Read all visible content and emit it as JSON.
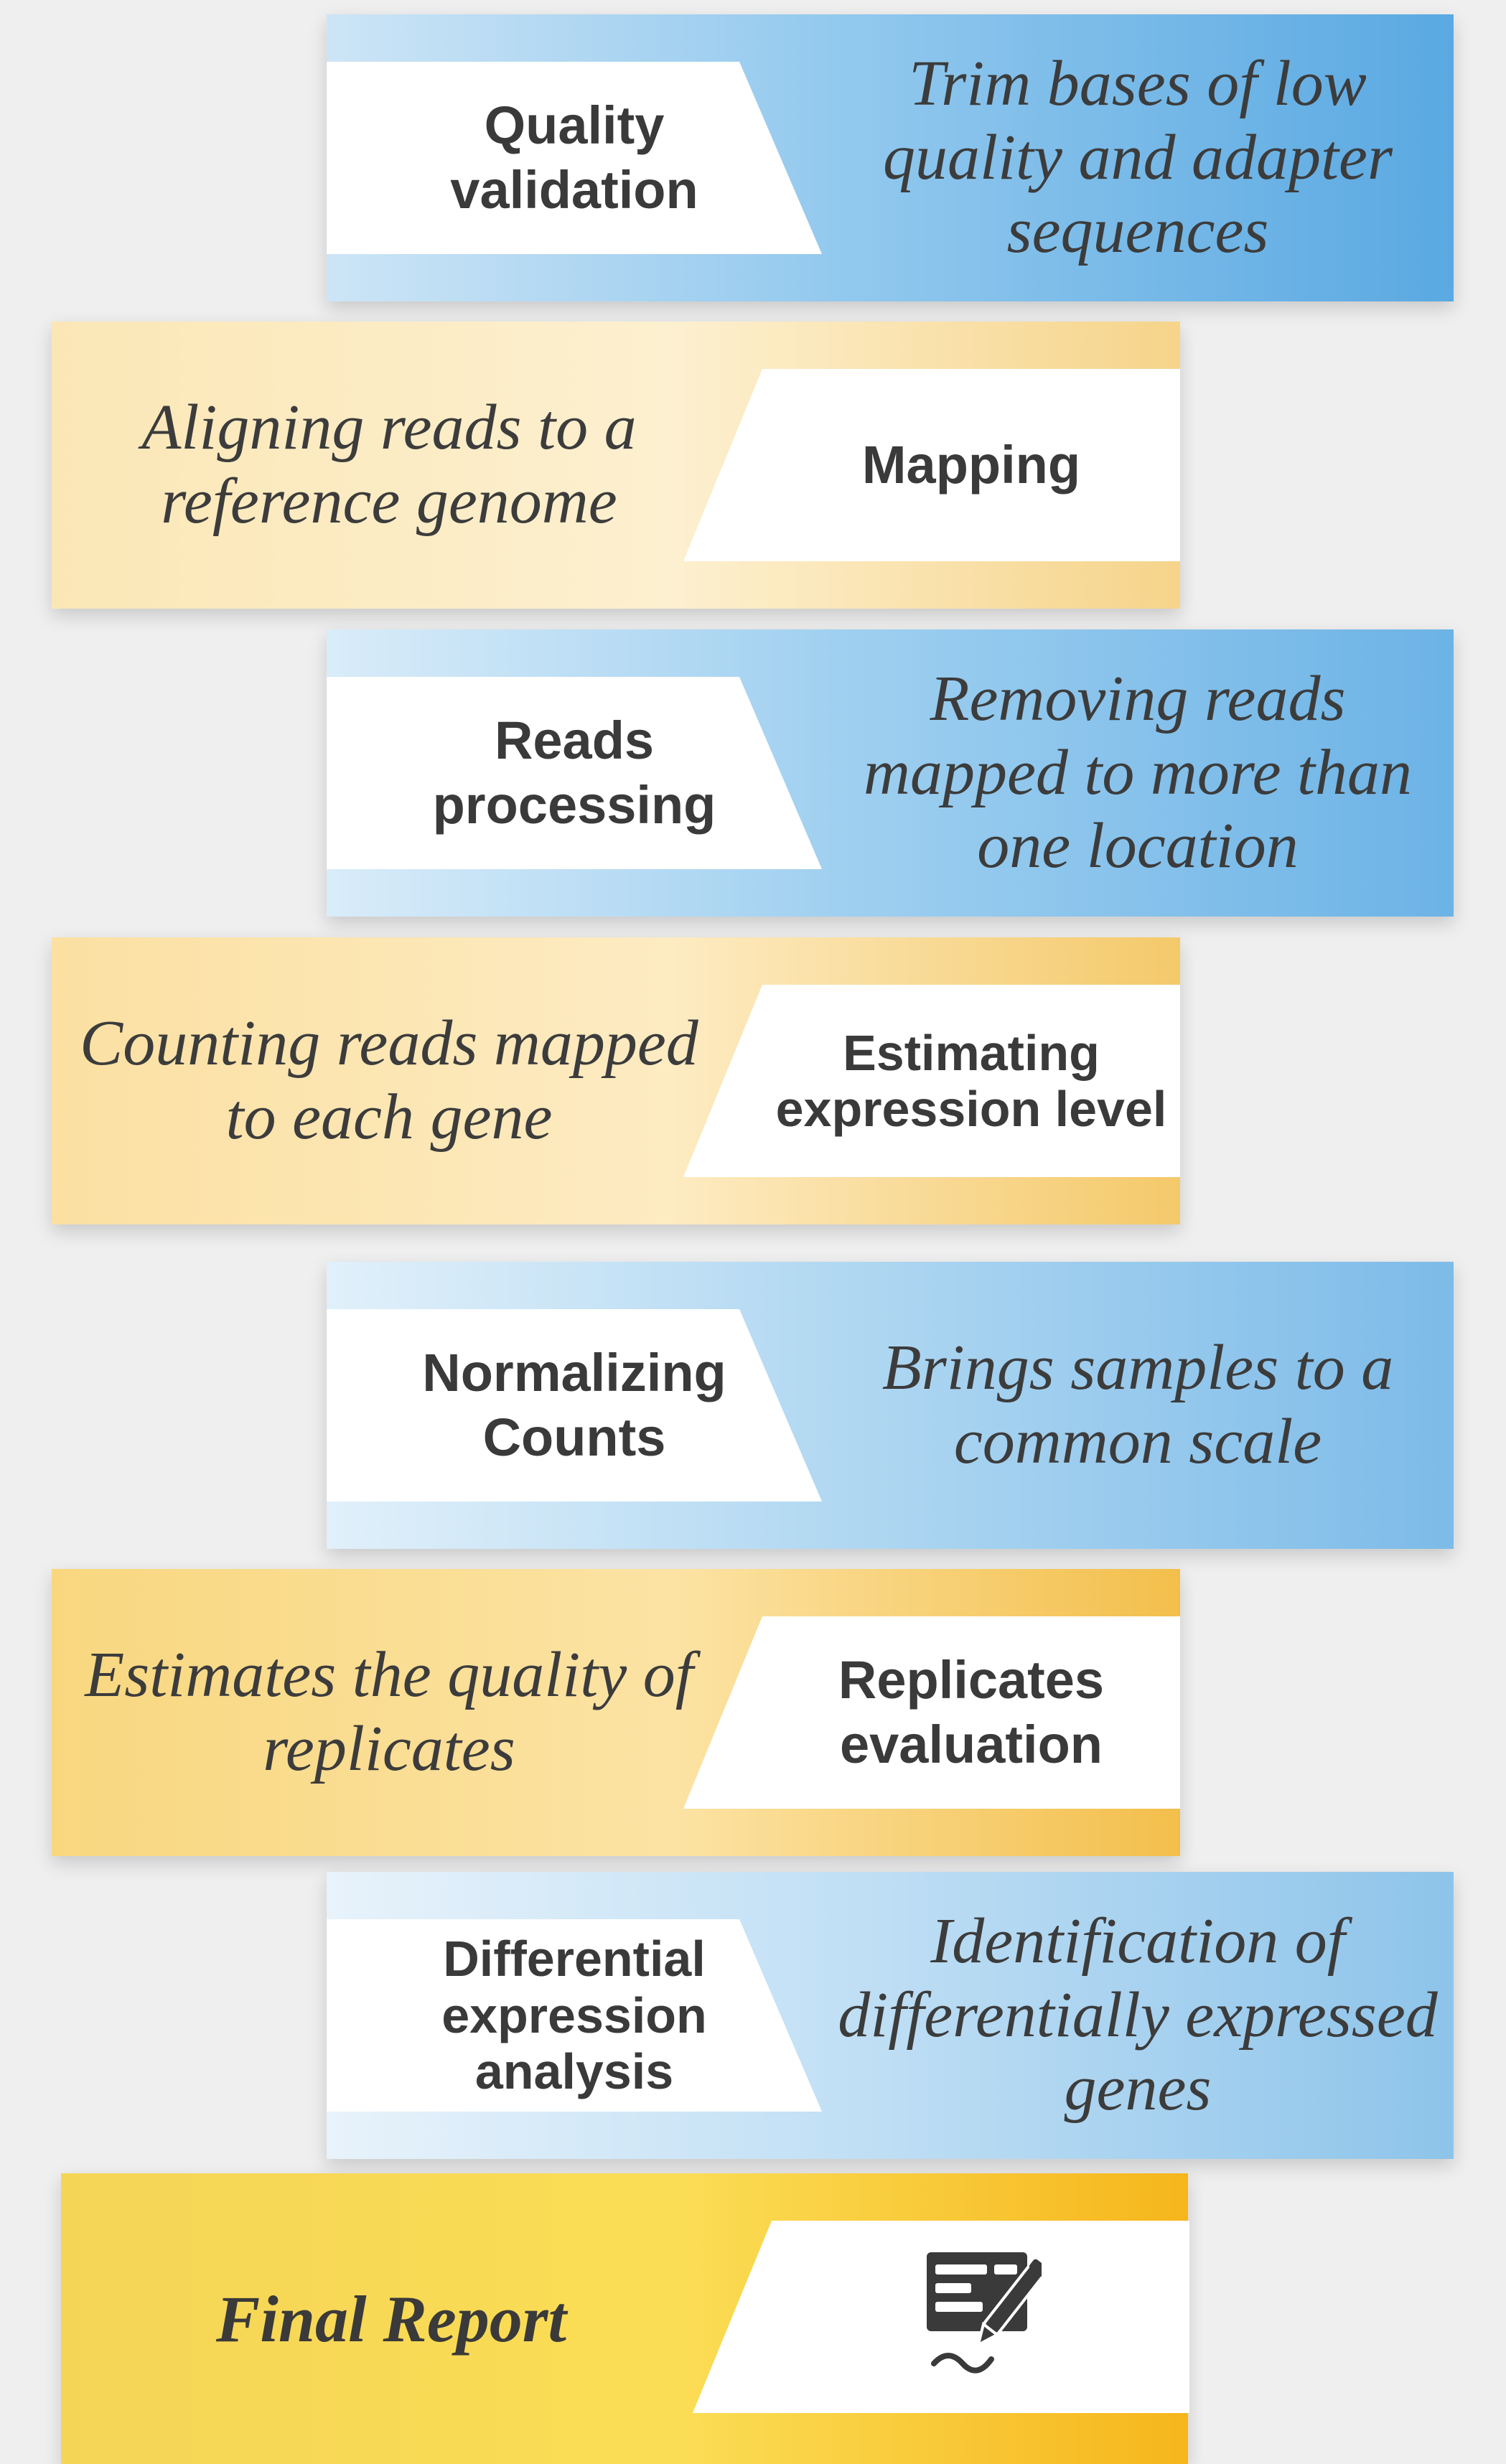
{
  "steps": [
    {
      "label": "Quality validation",
      "description": "Trim bases of low quality and adapter sequences"
    },
    {
      "label": "Mapping",
      "description": "Aligning reads to a reference genome"
    },
    {
      "label": "Reads processing",
      "description": "Removing reads mapped to more than one location"
    },
    {
      "label": "Estimating expression level",
      "description": "Counting reads mapped to each gene"
    },
    {
      "label": "Normalizing Counts",
      "description": "Brings samples to a common scale"
    },
    {
      "label": "Replicates evaluation",
      "description": "Estimates the quality of replicates"
    },
    {
      "label": "Differential expression analysis",
      "description": "Identification of differentially expressed genes"
    }
  ],
  "final": {
    "title": "Final Report",
    "icon": "report-document-pen-icon"
  },
  "colors": {
    "blue": "#5aa9e2",
    "gold": "#f6b61c",
    "text": "#3a3a3a"
  }
}
